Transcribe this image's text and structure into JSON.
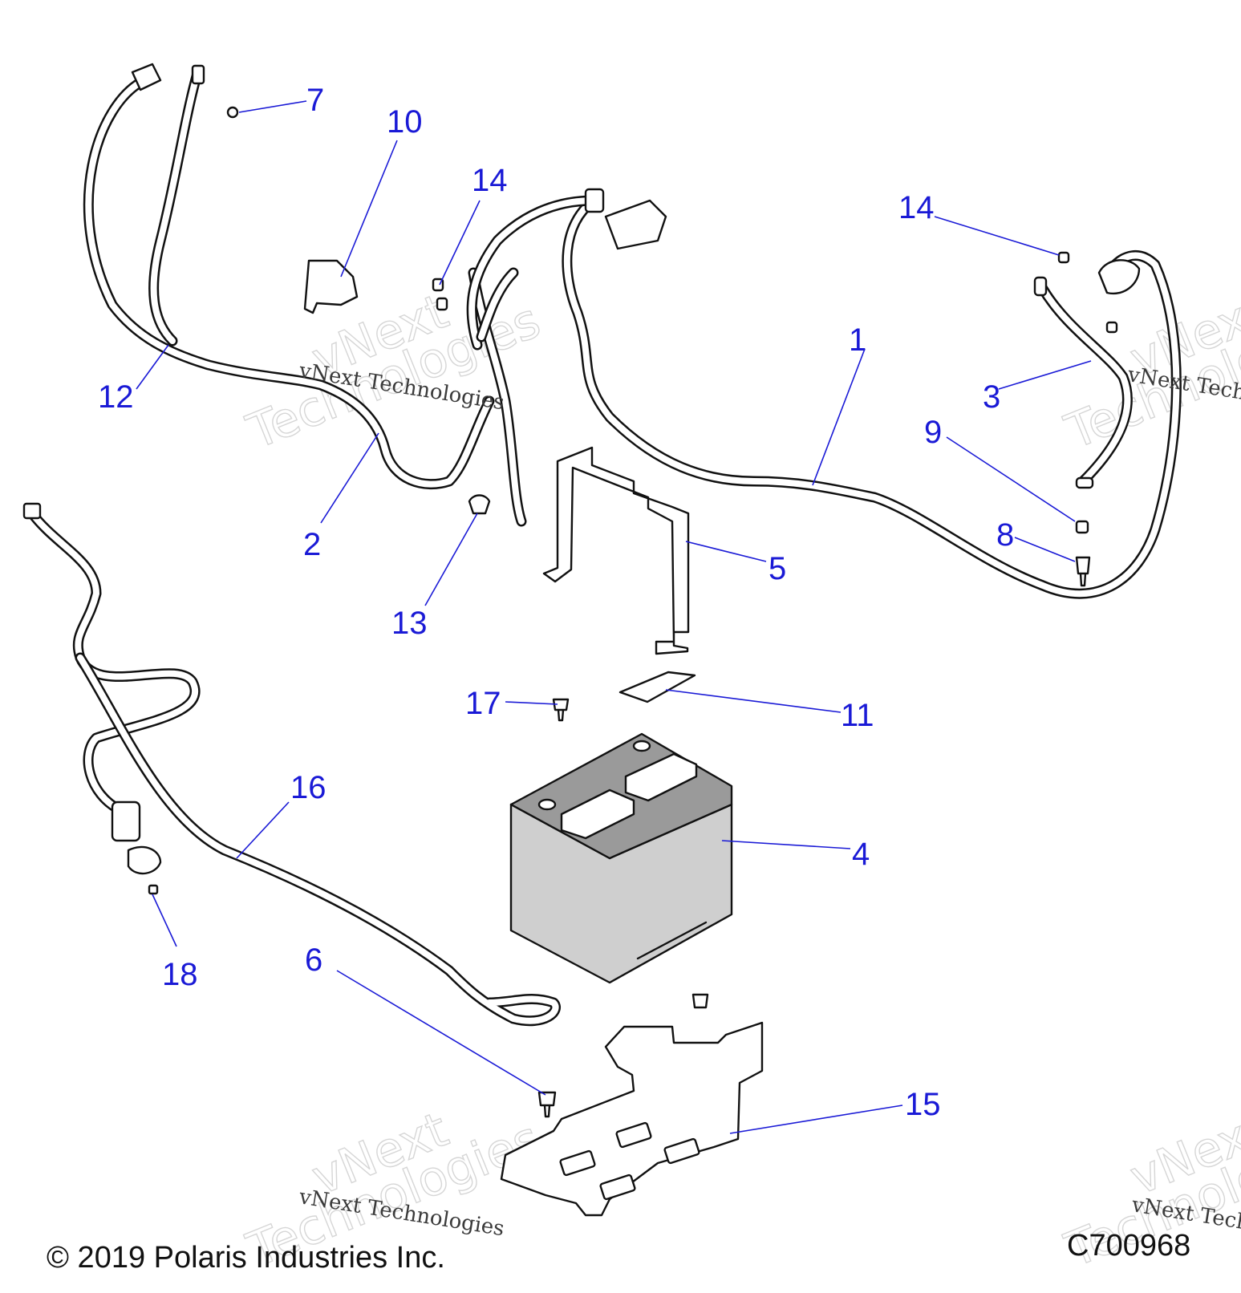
{
  "callouts": [
    {
      "id": "c1",
      "label": "1"
    },
    {
      "id": "c2",
      "label": "2"
    },
    {
      "id": "c3",
      "label": "3"
    },
    {
      "id": "c4",
      "label": "4"
    },
    {
      "id": "c5",
      "label": "5"
    },
    {
      "id": "c6",
      "label": "6"
    },
    {
      "id": "c7",
      "label": "7"
    },
    {
      "id": "c8",
      "label": "8"
    },
    {
      "id": "c9",
      "label": "9"
    },
    {
      "id": "c10",
      "label": "10"
    },
    {
      "id": "c11",
      "label": "11"
    },
    {
      "id": "c12",
      "label": "12"
    },
    {
      "id": "c13",
      "label": "13"
    },
    {
      "id": "c14a",
      "label": "14"
    },
    {
      "id": "c14b",
      "label": "14"
    },
    {
      "id": "c15",
      "label": "15"
    },
    {
      "id": "c16",
      "label": "16"
    },
    {
      "id": "c17",
      "label": "17"
    },
    {
      "id": "c18",
      "label": "18"
    }
  ],
  "watermark": {
    "brand": "vNext",
    "brand_sub": "Technologies",
    "caption": "vNext Technologies"
  },
  "footer": {
    "copyright": "© 2019 Polaris Industries Inc.",
    "drawing_number": "C700968"
  },
  "colors": {
    "callout": "#1a1ad6",
    "line_art": "#111111",
    "battery_fill": "#cfcfcf",
    "battery_top": "#9a9a9a"
  }
}
